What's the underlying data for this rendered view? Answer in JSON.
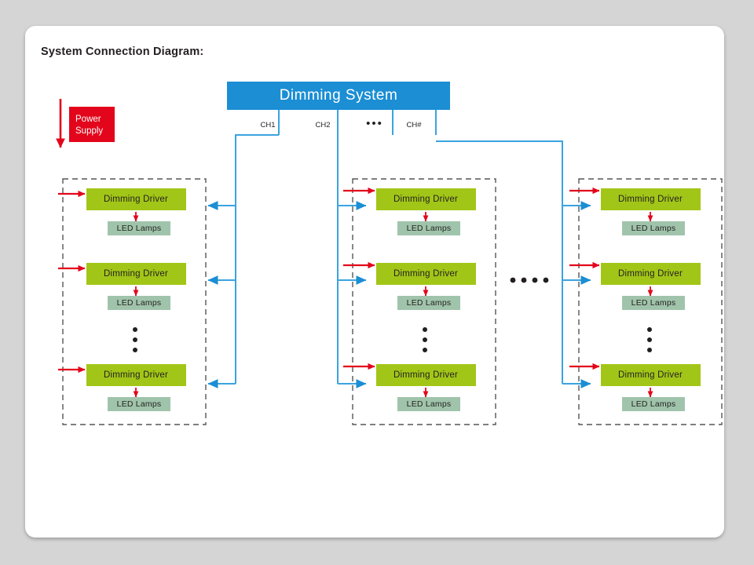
{
  "page": {
    "title": "System Connection Diagram:",
    "background_color": "#d5d5d5",
    "card_color": "#ffffff"
  },
  "colors": {
    "system_blue": "#1b8ed4",
    "wire_blue": "#3ba3e0",
    "power_red": "#e3051b",
    "arrow_red": "#e3051b",
    "driver_green": "#a2c617",
    "lamp_green": "#a0c4ab",
    "group_border": "#555555",
    "text_dark": "#231f20"
  },
  "system": {
    "label": "Dimming System",
    "power_supply": {
      "line1": "Power",
      "line2": "Supply",
      "label": "Power Supply"
    },
    "channels": [
      {
        "id": "ch1",
        "label": "CH1"
      },
      {
        "id": "ch2",
        "label": "CH2"
      },
      {
        "id": "chmore",
        "label": "•••"
      },
      {
        "id": "chn",
        "label": "CH#"
      }
    ]
  },
  "labels": {
    "dimming_driver": "Dimming Driver",
    "led_lamps": "LED Lamps",
    "vertical_ellipsis": "⋮",
    "horizontal_ellipsis": "• • • • • •"
  },
  "groups": [
    {
      "id": "group-ch1",
      "channel": "CH1",
      "feed_side": "right",
      "drivers": [
        {
          "driver": "Dimming Driver",
          "lamps": "LED Lamps"
        },
        {
          "driver": "Dimming Driver",
          "lamps": "LED Lamps"
        },
        {
          "driver": "Dimming Driver",
          "lamps": "LED Lamps"
        }
      ],
      "has_vertical_ellipsis": true
    },
    {
      "id": "group-ch2",
      "channel": "CH2",
      "feed_side": "left",
      "drivers": [
        {
          "driver": "Dimming Driver",
          "lamps": "LED Lamps"
        },
        {
          "driver": "Dimming Driver",
          "lamps": "LED Lamps"
        },
        {
          "driver": "Dimming Driver",
          "lamps": "LED Lamps"
        }
      ],
      "has_vertical_ellipsis": true
    },
    {
      "id": "group-chn",
      "channel": "CH#",
      "feed_side": "left",
      "drivers": [
        {
          "driver": "Dimming Driver",
          "lamps": "LED Lamps"
        },
        {
          "driver": "Dimming Driver",
          "lamps": "LED Lamps"
        },
        {
          "driver": "Dimming Driver",
          "lamps": "LED Lamps"
        }
      ],
      "has_vertical_ellipsis": true
    }
  ]
}
